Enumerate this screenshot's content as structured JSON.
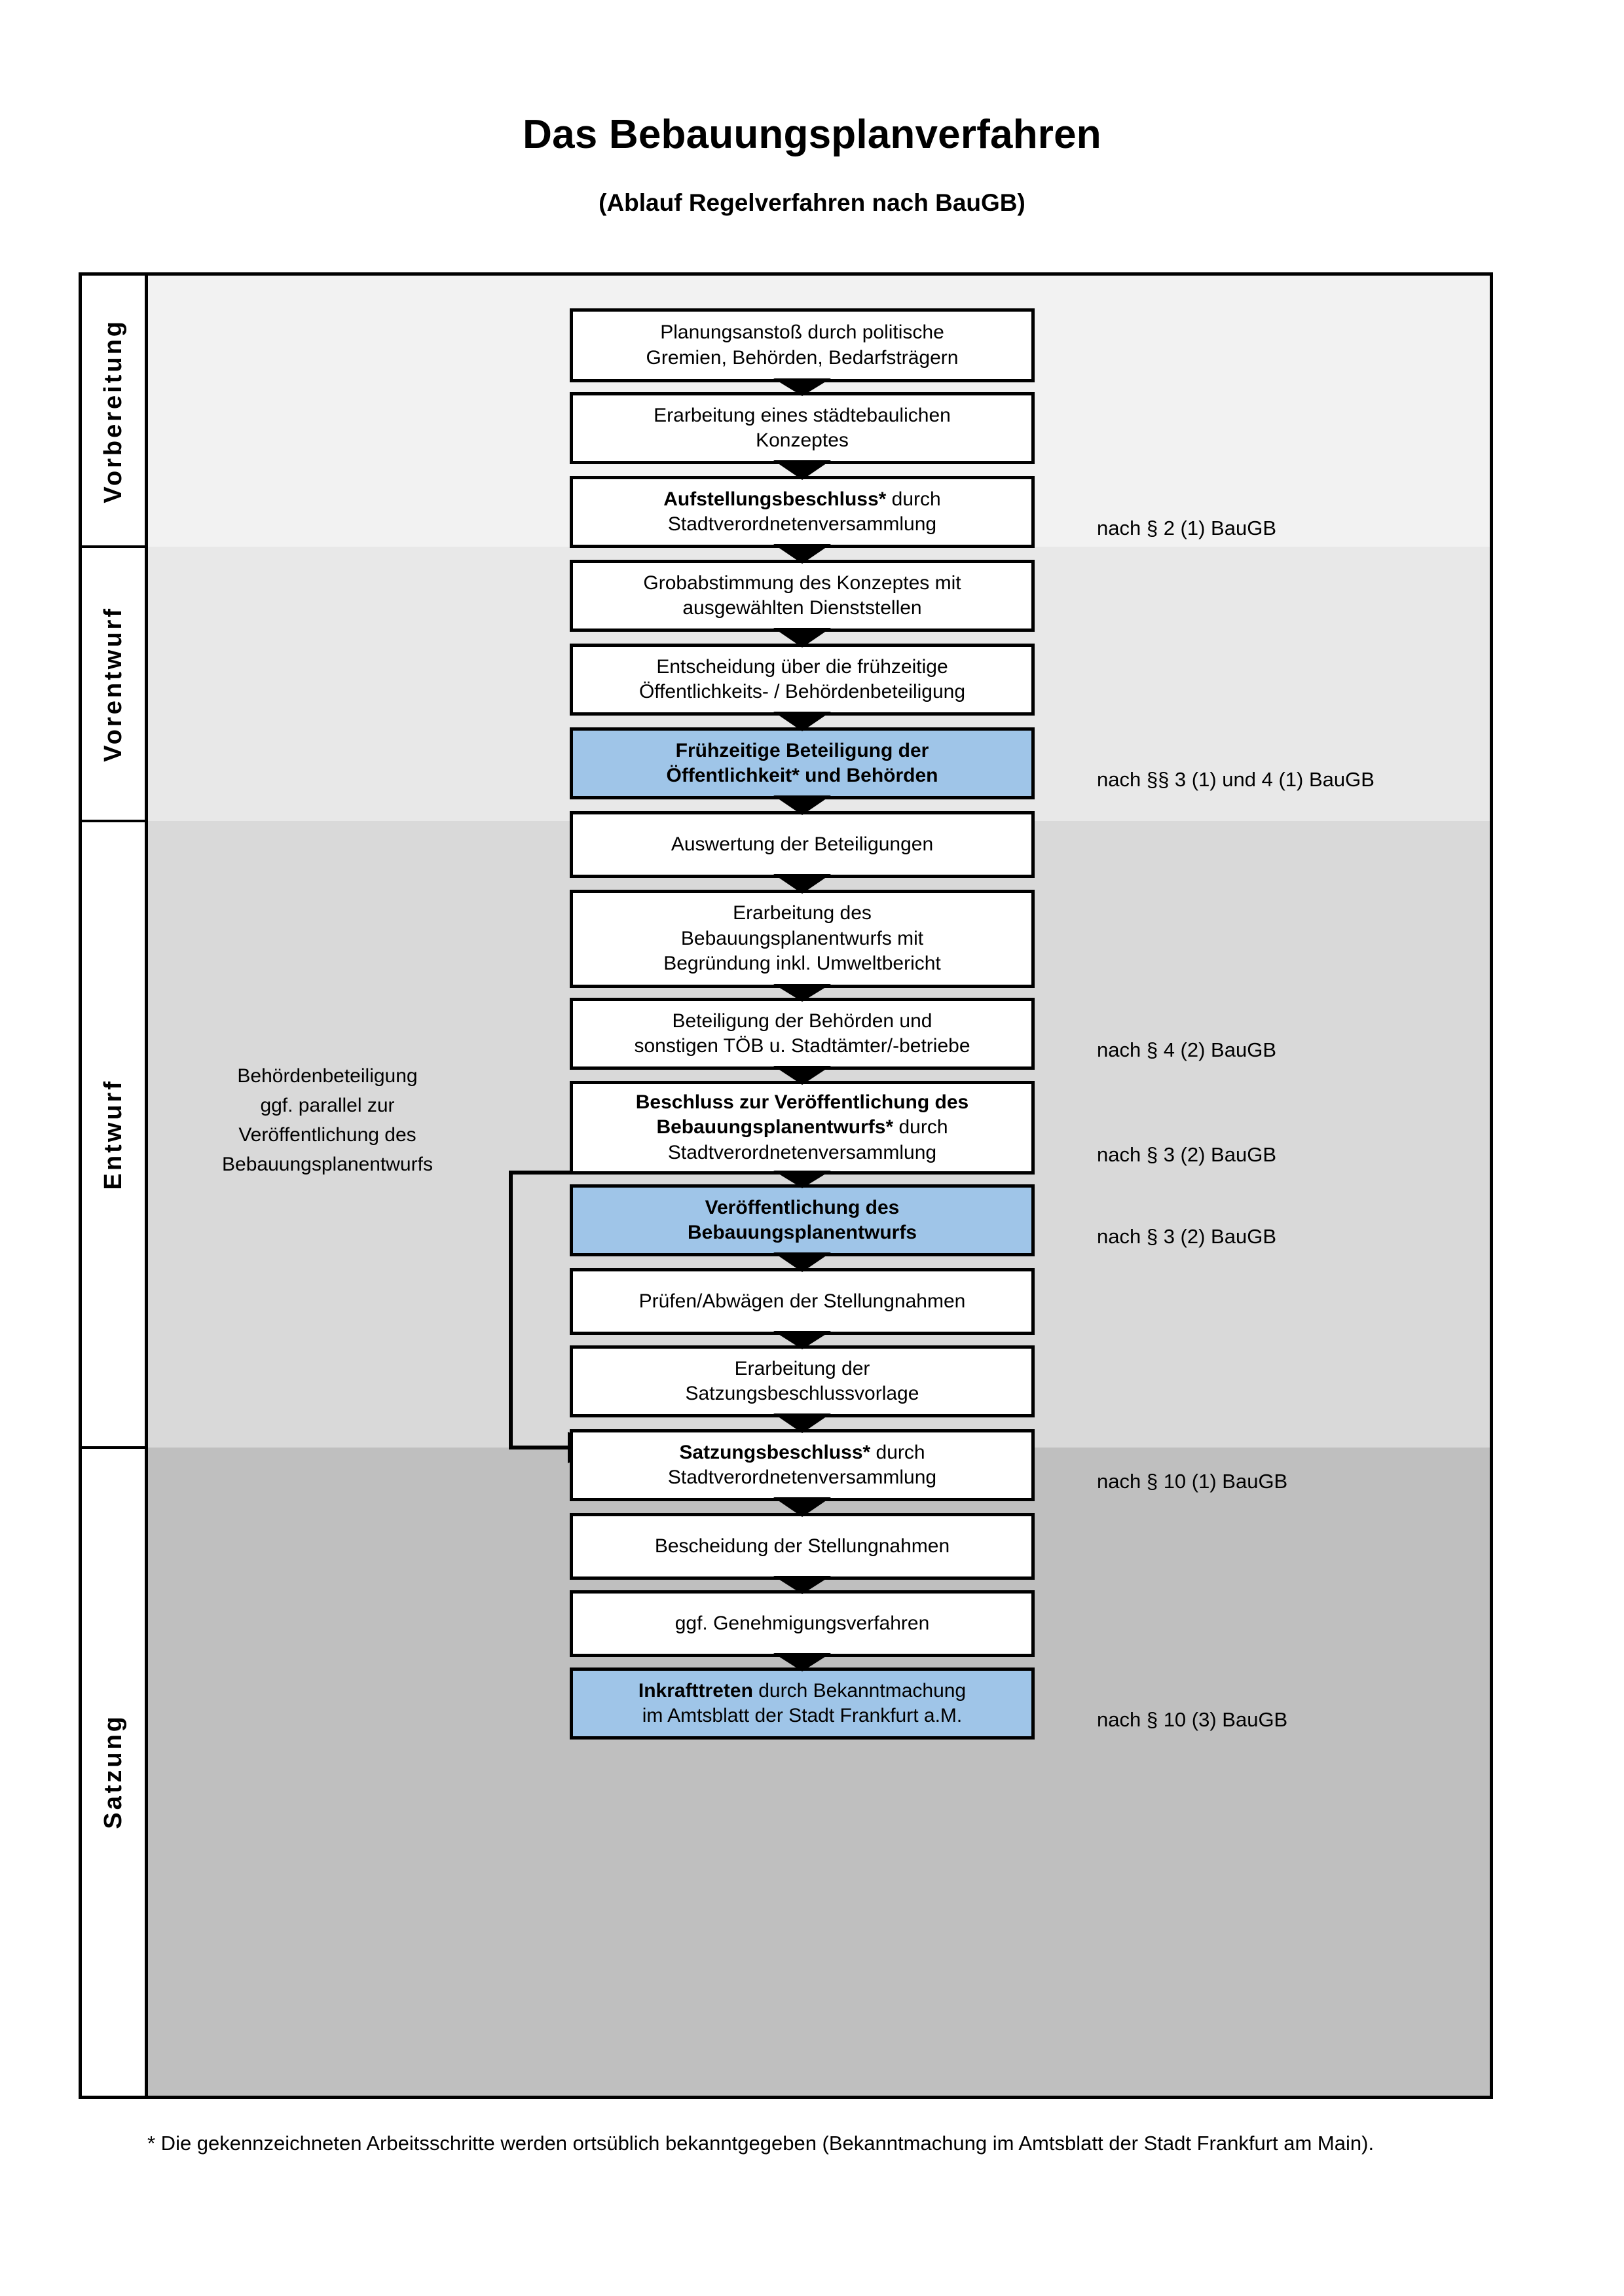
{
  "header": {
    "title": "Das Bebauungsplanverfahren",
    "subtitle": "(Ablauf Regelverfahren nach BauGB)"
  },
  "colors": {
    "highlight_blue": "#9fc5e8",
    "band_vorbereitung": "#f2f2f2",
    "band_vorentwurf": "#e8e8e8",
    "band_entwurf": "#d9d9d9",
    "band_satzung": "#bfbfbf",
    "border": "#000000"
  },
  "phases": [
    {
      "key": "vorbereitung",
      "label": "Vorbereitung"
    },
    {
      "key": "vorentwurf",
      "label": "Vorentwurf"
    },
    {
      "key": "entwurf",
      "label": "Entwurf"
    },
    {
      "key": "satzung",
      "label": "Satzung"
    }
  ],
  "steps": [
    {
      "id": 1,
      "phase": "vorbereitung",
      "highlight": false,
      "lines": [
        "Planungsanstoß durch politische",
        "Gremien, Behörden, Bedarfsträgern"
      ]
    },
    {
      "id": 2,
      "phase": "vorbereitung",
      "highlight": false,
      "lines": [
        "Erarbeitung eines städtebaulichen",
        "Konzeptes"
      ]
    },
    {
      "id": 3,
      "phase": "vorbereitung",
      "highlight": false,
      "lines_html": [
        "<b>Aufstellungsbeschluss*</b> durch",
        "Stadtverordnetenversammlung"
      ]
    },
    {
      "id": 4,
      "phase": "vorentwurf",
      "highlight": false,
      "lines": [
        "Grobabstimmung des Konzeptes mit",
        "ausgewählten Dienststellen"
      ]
    },
    {
      "id": 5,
      "phase": "vorentwurf",
      "highlight": false,
      "lines": [
        "Entscheidung über die frühzeitige",
        "Öffentlichkeits- / Behördenbeteiligung"
      ]
    },
    {
      "id": 6,
      "phase": "vorentwurf",
      "highlight": true,
      "lines_html": [
        "<b>Frühzeitige Beteiligung der</b>",
        "<b>Öffentlichkeit* und Behörden</b>"
      ]
    },
    {
      "id": 7,
      "phase": "entwurf",
      "highlight": false,
      "lines": [
        "Auswertung der Beteiligungen"
      ]
    },
    {
      "id": 8,
      "phase": "entwurf",
      "highlight": false,
      "lines": [
        "Erarbeitung des",
        "Bebauungsplanentwurfs mit",
        "Begründung inkl. Umweltbericht"
      ]
    },
    {
      "id": 9,
      "phase": "entwurf",
      "highlight": false,
      "lines": [
        "Beteiligung der Behörden und",
        "sonstigen TÖB u. Stadtämter/-betriebe"
      ]
    },
    {
      "id": 10,
      "phase": "entwurf",
      "highlight": false,
      "lines_html": [
        "<b>Beschluss zur Veröffentlichung des</b>",
        "<b>Bebauungsplanentwurfs*</b> durch",
        "Stadtverordnetenversammlung"
      ]
    },
    {
      "id": 11,
      "phase": "entwurf",
      "highlight": true,
      "lines_html": [
        "<b>Veröffentlichung des</b>",
        "<b>Bebauungsplanentwurfs</b>"
      ]
    },
    {
      "id": 12,
      "phase": "satzung",
      "highlight": false,
      "lines": [
        "Prüfen/Abwägen der Stellungnahmen"
      ]
    },
    {
      "id": 13,
      "phase": "satzung",
      "highlight": false,
      "lines": [
        "Erarbeitung der",
        "Satzungsbeschlussvorlage"
      ]
    },
    {
      "id": 14,
      "phase": "satzung",
      "highlight": false,
      "lines_html": [
        "<b>Satzungsbeschluss*</b> durch",
        "Stadtverordnetenversammlung"
      ]
    },
    {
      "id": 15,
      "phase": "satzung",
      "highlight": false,
      "lines": [
        "Bescheidung der Stellungnahmen"
      ]
    },
    {
      "id": 16,
      "phase": "satzung",
      "highlight": false,
      "lines": [
        "ggf. Genehmigungsverfahren"
      ]
    },
    {
      "id": 17,
      "phase": "satzung",
      "highlight": true,
      "lines_html": [
        "<b>Inkrafttreten</b> durch Bekanntmachung",
        "im Amtsblatt der Stadt Frankfurt a.M."
      ]
    }
  ],
  "legal_refs": [
    {
      "for_step": 3,
      "text": "nach § 2 (1) BauGB"
    },
    {
      "for_step": 6,
      "text": "nach §§ 3 (1) und 4 (1) BauGB"
    },
    {
      "for_step": 9,
      "text": "nach § 4 (2) BauGB"
    },
    {
      "for_step": 10,
      "text": "nach § 3 (2) BauGB"
    },
    {
      "for_step": 11,
      "text": "nach § 3 (2) BauGB"
    },
    {
      "for_step": 14,
      "text": "nach § 10 (1) BauGB"
    },
    {
      "for_step": 17,
      "text": "nach § 10 (3) BauGB"
    }
  ],
  "sidenote": {
    "lines": [
      "Behördenbeteiligung",
      "ggf. parallel zur",
      "Veröffentlichung des",
      "Bebauungsplanentwurfs"
    ]
  },
  "footnote": {
    "text": "* Die gekennzeichneten Arbeitsschritte werden ortsüblich bekanntgegeben (Bekanntmachung im Amtsblatt  der Stadt Frankfurt am Main)."
  }
}
